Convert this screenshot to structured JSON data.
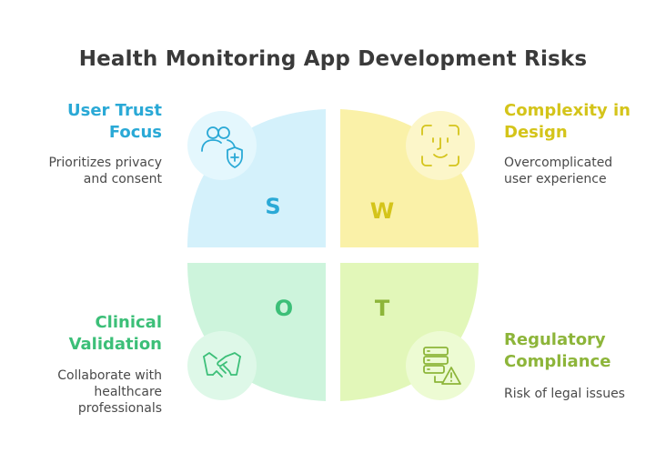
{
  "title": "Health Monitoring App Development Risks",
  "colors": {
    "s": "#d4f1fb",
    "w": "#faf1a8",
    "o": "#cdf4dc",
    "t": "#e2f7b9",
    "s_accent": "#2aa9d6",
    "w_accent": "#d4c41a",
    "o_accent": "#3cbf78",
    "t_accent": "#8db53a"
  },
  "quadrants": {
    "s": {
      "letter": "S",
      "heading": "User Trust\nFocus",
      "description": "Prioritizes privacy\nand consent",
      "icon": "user-shield-icon"
    },
    "w": {
      "letter": "W",
      "heading": "Complexity in\nDesign",
      "description": "Overcomplicated\nuser experience",
      "icon": "face-scan-icon"
    },
    "o": {
      "letter": "O",
      "heading": "Clinical\nValidation",
      "description": "Collaborate with\nhealthcare\nprofessionals",
      "icon": "handshake-icon"
    },
    "t": {
      "letter": "T",
      "heading": "Regulatory\nCompliance",
      "description": "Risk of legal issues",
      "icon": "server-warning-icon"
    }
  }
}
